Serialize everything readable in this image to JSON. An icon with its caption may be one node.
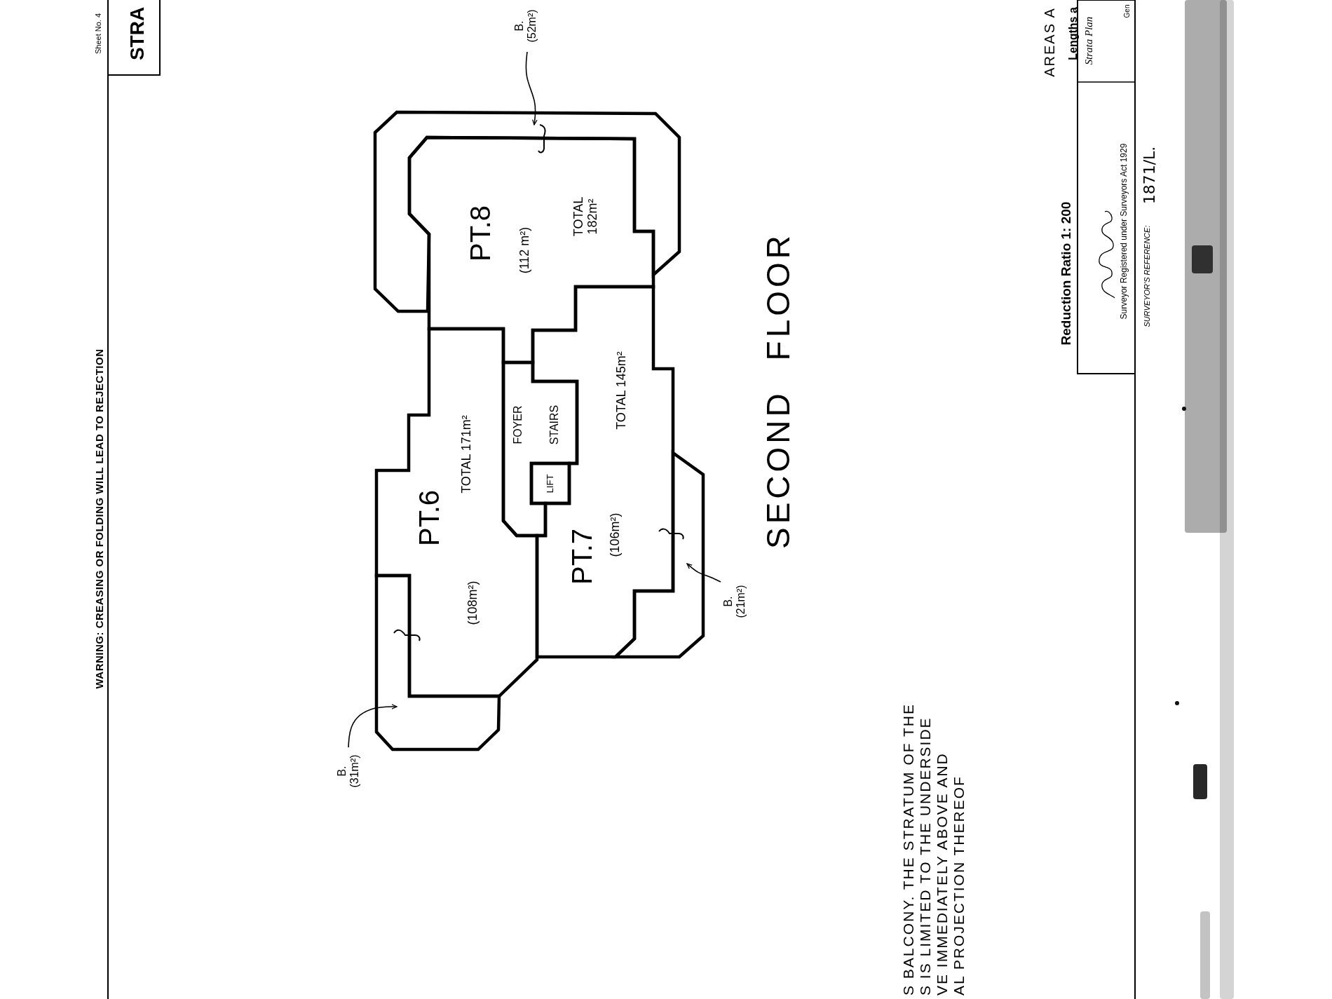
{
  "diagram": {
    "title": "SECOND FLOOR",
    "nodes": [
      {
        "text": [
          "PT.8",
          "(112 m²)",
          "TOTAL 182m²"
        ]
      },
      {
        "text": [],
        "shape": "box"
      },
      {
        "text": [
          "PT.6",
          "(108m²)",
          "TOTAL 171m²"
        ]
      },
      {
        "text": [],
        "shape": "box"
      },
      {
        "text": [
          "FOYER",
          "STAIRS"
        ]
      },
      {
        "text": [
          "LIFT"
        ]
      },
      {
        "text": [
          "PT.7",
          "(106m²)",
          "TOTAL 145m²"
        ]
      },
      {
        "text": [],
        "shape": "box"
      },
      {
        "text": [
          "B. (52m²)"
        ]
      },
      {
        "text": [
          "B. (31m²)"
        ]
      },
      {
        "text": [
          "B. (21m²)"
        ]
      }
    ],
    "edges": [
      {
        "from": 8,
        "to": 1,
        "arrow": "to"
      },
      {
        "from": 9,
        "to": 3,
        "arrow": "to"
      },
      {
        "from": 10,
        "to": 7,
        "arrow": "to"
      },
      {
        "from": 0,
        "to": 1,
        "arrow": "none"
      },
      {
        "from": 2,
        "to": 3,
        "arrow": "none"
      },
      {
        "from": 6,
        "to": 7,
        "arrow": "none"
      }
    ],
    "labels": [
      "Sheet No. 4",
      "STRA",
      "WARNING: CREASING OR FOLDING WILL LEAD TO REJECTION",
      "S BALCONY. THE STRATUM OF THE",
      "S IS LIMITED TO THE UNDERSIDE",
      "VE IMMEDIATELY ABOVE AND",
      "AL PROJECTION THEREOF",
      "AREAS A",
      "Lengths a",
      "Strata Plan",
      "Gen",
      "Reduction Ratio 1: 200",
      "Surveyor Registered under Surveyors Act 1929",
      "SURVEYOR'S REFERENCE:",
      "1871/L."
    ]
  }
}
